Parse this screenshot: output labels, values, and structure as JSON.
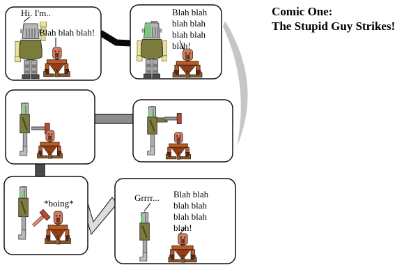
{
  "title": {
    "line1": "Comic One:",
    "line2": "The Stupid Guy Strikes!"
  },
  "panels": {
    "p1": {
      "guy_speech": "Hi. I'm..",
      "robot_speech": "Blah blah blah!"
    },
    "p2": {
      "robot_speech": "Blah blah\nblah blah\nblah blah\nblah!"
    },
    "p3": {},
    "p4": {},
    "p5": {
      "sfx": "*boing*"
    },
    "p6": {
      "guy_speech": "Grrrr...",
      "robot_speech": "Blah blah\nblah blah\nblah blah\nblah!"
    }
  },
  "colors": {
    "background": "#FFFFFF",
    "panel_border": "#111111",
    "guy_shirt_olive": "#7C7C3C",
    "guy_arms_khaki": "#EAE39B",
    "guy_head_gray": "#B7B7B7",
    "guy_face_green": "#79C979",
    "robot_body_orange": "#C25A20",
    "robot_head_salmon": "#C98266",
    "robot_feet_brown": "#8B5A2B",
    "hammer_head_red": "#C0482A",
    "hammer_handle_gray": "#9E9E9E",
    "connector_black": "#0A0A0A",
    "connector_light_gray": "#C6C6C6",
    "connector_mid_gray": "#8C8C8C",
    "connector_dark_gray": "#4A4A4A"
  }
}
